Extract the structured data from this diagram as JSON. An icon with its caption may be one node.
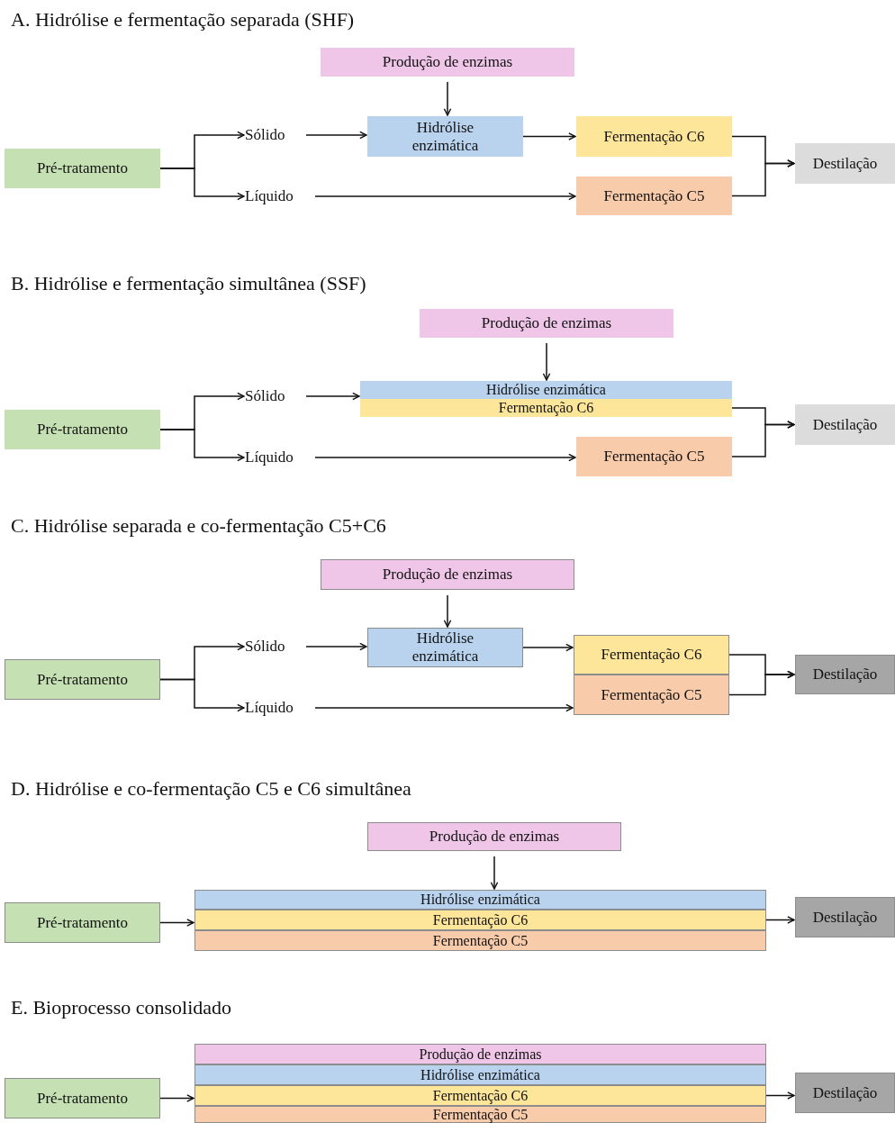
{
  "diagram": {
    "nodes": [
      {
        "text": [
          "Produção de enzimas"
        ]
      },
      {
        "text": [
          "Pré-tratamento"
        ]
      },
      {
        "text": [
          "Sólido"
        ]
      },
      {
        "text": [
          "Líquido"
        ]
      },
      {
        "text": [
          "Hidrólise enzimática"
        ]
      },
      {
        "text": [
          "Fermentação C6"
        ]
      },
      {
        "text": [
          "Fermentação C5"
        ]
      },
      {
        "text": [
          "Destilação"
        ]
      },
      {
        "text": [
          "Produção de enzimas"
        ]
      },
      {
        "text": [
          "Pré-tratamento"
        ]
      },
      {
        "text": [
          "Sólido"
        ]
      },
      {
        "text": [
          "Líquido"
        ]
      },
      {
        "text": [
          "Hidrólise enzimática"
        ]
      },
      {
        "text": [
          "Fermentação C6"
        ]
      },
      {
        "text": [
          "Fermentação C5"
        ]
      },
      {
        "text": [
          "Destilação"
        ]
      },
      {
        "text": [
          "Produção de enzimas"
        ]
      },
      {
        "text": [
          "Pré-tratamento"
        ]
      },
      {
        "text": [
          "Sólido"
        ]
      },
      {
        "text": [
          "Líquido"
        ]
      },
      {
        "text": [
          "Hidrólise enzimática"
        ]
      },
      {
        "text": [
          "Fermentação C6"
        ]
      },
      {
        "text": [
          "Fermentação C5"
        ]
      },
      {
        "text": [
          "Destilação"
        ]
      },
      {
        "text": [
          "Produção de enzimas"
        ]
      },
      {
        "text": [
          "Pré-tratamento"
        ]
      },
      {
        "text": [
          "Hidrólise enzimática"
        ]
      },
      {
        "text": [
          "Fermentação C6"
        ]
      },
      {
        "text": [
          "Fermentação C5"
        ]
      },
      {
        "text": [
          "Destilação"
        ]
      },
      {
        "text": [
          "Pré-tratamento"
        ]
      },
      {
        "text": [
          "Produção de enzimas"
        ]
      },
      {
        "text": [
          "Hidrólise enzimática"
        ]
      },
      {
        "text": [
          "Fermentação C6"
        ]
      },
      {
        "text": [
          "Fermentação C5"
        ]
      },
      {
        "text": [
          "Destilação"
        ]
      }
    ],
    "edges": [
      {
        "from": 0,
        "to": 4,
        "arrow": "to"
      },
      {
        "from": 1,
        "to": 2,
        "arrow": "to"
      },
      {
        "from": 1,
        "to": 3,
        "arrow": "to"
      },
      {
        "from": 2,
        "to": 4,
        "arrow": "to"
      },
      {
        "from": 3,
        "to": 6,
        "arrow": "to"
      },
      {
        "from": 4,
        "to": 5,
        "arrow": "to"
      },
      {
        "from": 5,
        "to": 7,
        "arrow": "to"
      },
      {
        "from": 6,
        "to": 7,
        "arrow": "to"
      },
      {
        "from": 8,
        "to": 12,
        "arrow": "to"
      },
      {
        "from": 9,
        "to": 10,
        "arrow": "to"
      },
      {
        "from": 9,
        "to": 11,
        "arrow": "to"
      },
      {
        "from": 10,
        "to": 12,
        "arrow": "to"
      },
      {
        "from": 11,
        "to": 14,
        "arrow": "to"
      },
      {
        "from": 13,
        "to": 15,
        "arrow": "to"
      },
      {
        "from": 14,
        "to": 15,
        "arrow": "to"
      },
      {
        "from": 16,
        "to": 20,
        "arrow": "to"
      },
      {
        "from": 17,
        "to": 18,
        "arrow": "to"
      },
      {
        "from": 17,
        "to": 19,
        "arrow": "to"
      },
      {
        "from": 18,
        "to": 20,
        "arrow": "to"
      },
      {
        "from": 19,
        "to": 22,
        "arrow": "to"
      },
      {
        "from": 20,
        "to": 21,
        "arrow": "to"
      },
      {
        "from": 21,
        "to": 23,
        "arrow": "to"
      },
      {
        "from": 22,
        "to": 23,
        "arrow": "to"
      },
      {
        "from": 24,
        "to": 26,
        "arrow": "to"
      },
      {
        "from": 25,
        "to": 27,
        "arrow": "to"
      },
      {
        "from": 27,
        "to": 29,
        "arrow": "to"
      },
      {
        "from": 30,
        "to": 33,
        "arrow": "to"
      },
      {
        "from": 33,
        "to": 35,
        "arrow": "to"
      }
    ],
    "labels": [
      "A. Hidrólise e fermentação separada (SHF)",
      "B. Hidrólise e fermentação simultânea (SSF)",
      "C. Hidrólise separada e co-fermentação C5+C6",
      "D. Hidrólise e co-fermentação C5 e C6 simultânea",
      "E. Bioprocesso consolidado"
    ]
  }
}
